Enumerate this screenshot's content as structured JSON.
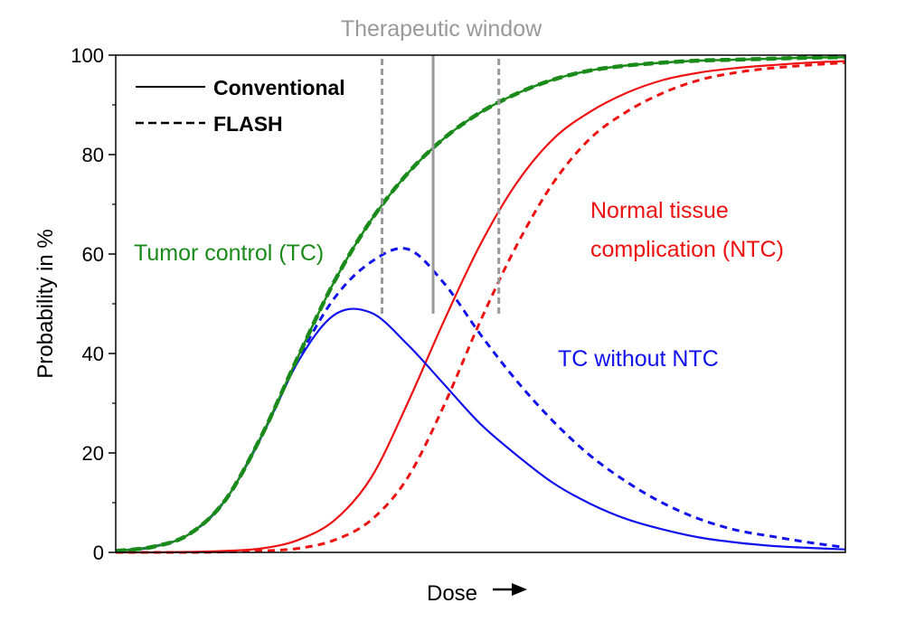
{
  "chart_data": {
    "type": "line",
    "title": "",
    "xlabel": "Dose",
    "ylabel": "Probability in %",
    "xlim": [
      0,
      100
    ],
    "ylim": [
      0,
      100
    ],
    "x_ticks_shown": false,
    "yticks": [
      0,
      20,
      40,
      60,
      80,
      100
    ],
    "ytick_labels": [
      "0",
      "20",
      "40",
      "60",
      "80",
      "100"
    ],
    "grid": false,
    "legend": {
      "placement": "top-left",
      "entries": [
        {
          "label": "Conventional",
          "style": "solid"
        },
        {
          "label": "FLASH",
          "style": "dashed"
        }
      ]
    },
    "annotations": {
      "window": "Therapeutic window",
      "tc": "Tumor control (TC)",
      "ntc_line1": "Normal tissue",
      "ntc_line2": "complication (NTC)",
      "tc_without": "TC without NTC"
    },
    "colors": {
      "tc": "#1a8a1a",
      "ntc": "#ee1111",
      "tc_without": "#1111ee",
      "window": "#999999",
      "axis": "#000000"
    },
    "x": [
      0,
      5,
      10,
      15,
      20,
      25,
      30,
      35,
      40,
      45,
      50,
      55,
      60,
      65,
      70,
      75,
      80,
      85,
      90,
      95,
      100
    ],
    "series": [
      {
        "name": "Tumor control (TC)",
        "group": "tc",
        "style": "solid",
        "values": [
          0.3,
          1.1,
          3.6,
          10.5,
          23.5,
          39.4,
          54.6,
          66.8,
          76.2,
          83.3,
          88.5,
          92.3,
          95.1,
          96.9,
          97.9,
          98.5,
          98.9,
          99.1,
          99.3,
          99.5,
          99.6
        ]
      },
      {
        "name": "Tumor control (TC)",
        "group": "tc",
        "style": "dashed",
        "values": [
          0.3,
          1.1,
          3.6,
          10.5,
          23.5,
          39.4,
          54.6,
          66.8,
          76.2,
          83.3,
          88.5,
          92.3,
          95.1,
          96.9,
          97.9,
          98.5,
          98.9,
          99.1,
          99.3,
          99.5,
          99.6
        ]
      },
      {
        "name": "Normal tissue complication (NTC)",
        "group": "ntc",
        "style": "solid",
        "values": [
          0,
          0,
          0.1,
          0.3,
          0.8,
          2.5,
          6.5,
          15,
          30,
          46.6,
          62,
          74.4,
          83.2,
          88.6,
          92.4,
          95,
          96.5,
          97.4,
          98,
          98.5,
          98.8
        ]
      },
      {
        "name": "Normal tissue complication (NTC)",
        "group": "ntc",
        "style": "dashed",
        "values": [
          0,
          0,
          0,
          0.1,
          0.3,
          0.8,
          2.5,
          6.5,
          15,
          29.6,
          46.6,
          61.9,
          74.4,
          83.2,
          88.6,
          92.4,
          95,
          96.5,
          97.4,
          98,
          98.5
        ]
      },
      {
        "name": "TC without NTC",
        "group": "tc_without",
        "style": "solid",
        "values": [
          0.3,
          1.1,
          3.6,
          10.5,
          23.3,
          38.4,
          47.8,
          48.2,
          41.8,
          33.8,
          25.8,
          19.5,
          13.9,
          9.8,
          6.7,
          4.6,
          3,
          2,
          1.3,
          0.9,
          0.6
        ]
      },
      {
        "name": "TC without NTC",
        "group": "tc_without",
        "style": "dashed",
        "values": [
          0.3,
          1.1,
          3.6,
          10.5,
          23.4,
          38.8,
          51.2,
          58.4,
          61,
          54.1,
          43.8,
          34.4,
          26.3,
          19.5,
          14.2,
          9.9,
          6.7,
          4.5,
          3.2,
          2,
          1
        ]
      }
    ],
    "window_lines": [
      {
        "x": 36.5,
        "y_from": 48,
        "y_to": 100,
        "style": "dashed"
      },
      {
        "x": 43.5,
        "y_from": 48,
        "y_to": 100,
        "style": "solid"
      },
      {
        "x": 52.5,
        "y_from": 48,
        "y_to": 100,
        "style": "dashed"
      }
    ]
  }
}
